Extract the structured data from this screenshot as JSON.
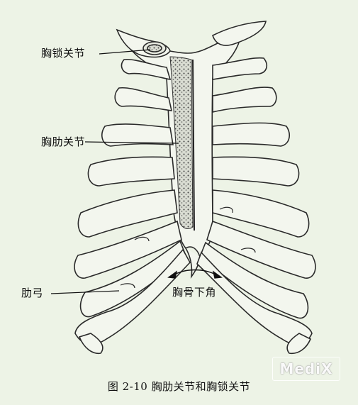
{
  "labels": {
    "sternoclavicular_joint": "胸锁关节",
    "sternocostal_joints": "胸肋关节",
    "costal_arch": "肋弓",
    "infrasternal_angle": "胸骨下角"
  },
  "caption": "图 2-10  胸肋关节和胸锁关节",
  "watermark": "MediX",
  "colors": {
    "background": "#edf3e6",
    "bone": "#f3f6ee",
    "outline": "#2a2a2a",
    "shading": "#6b6b6b"
  }
}
